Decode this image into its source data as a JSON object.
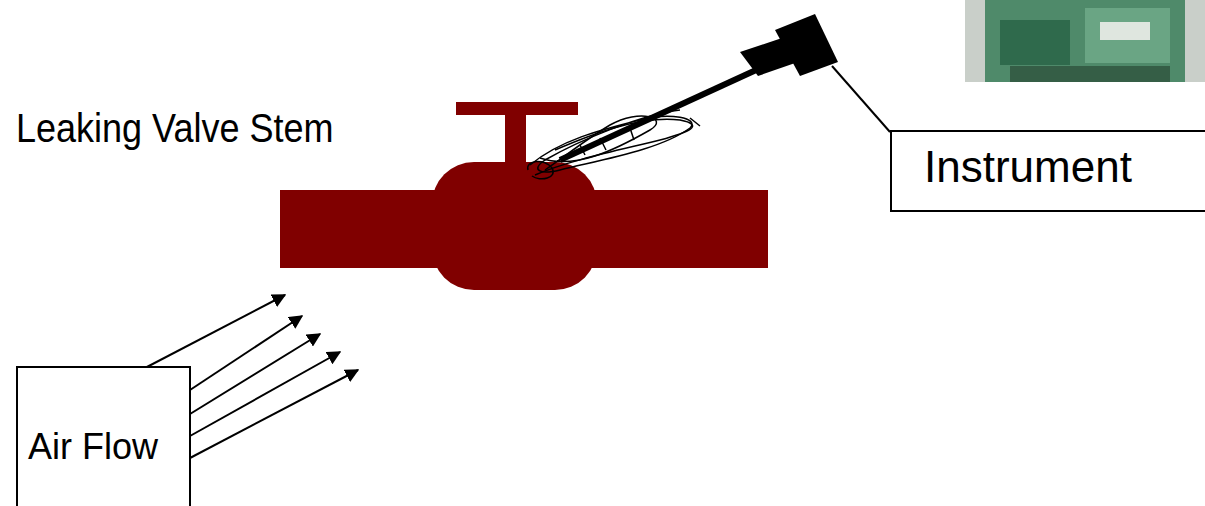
{
  "diagram": {
    "nodes": [
      {
        "text": [
          "Instrument"
        ]
      },
      {
        "text": [
          "Air Flow"
        ]
      }
    ],
    "labels": [
      "Leaking Valve Stem"
    ]
  }
}
